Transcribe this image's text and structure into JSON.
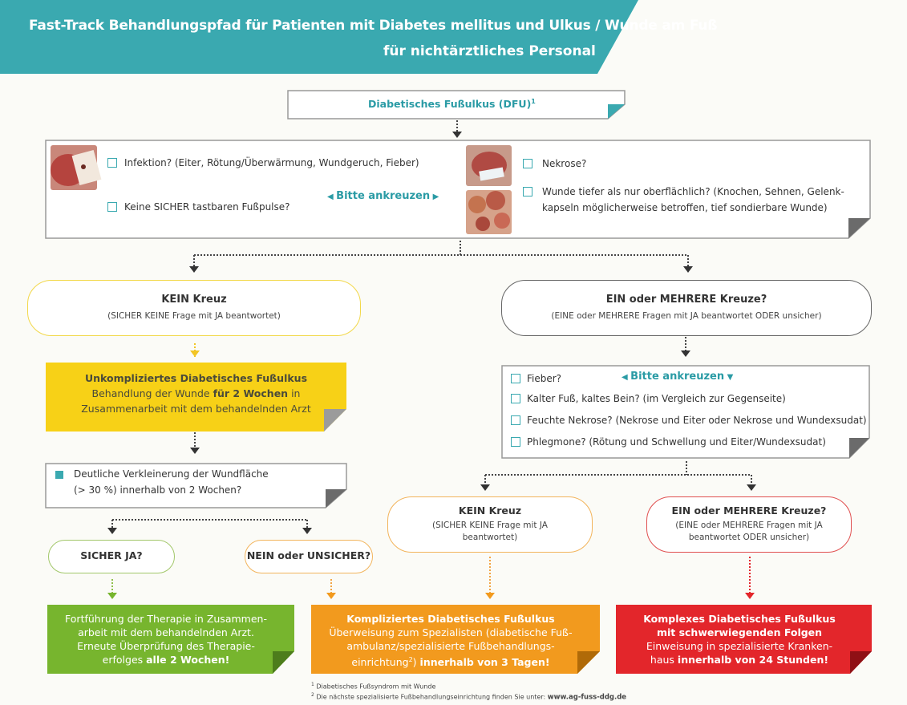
{
  "title": {
    "line1": "Fast-Track Behandlungspfad für Patienten mit Diabetes mellitus und Ulkus / Wunde am Fuß",
    "line2": "für nichtärztliches Personal"
  },
  "dfu_box": {
    "text": "Diabetisches Fußulkus (DFU)",
    "sup": "1"
  },
  "questions1": {
    "infection": "Infektion? (Eiter, Rötung/Überwärmung, Wundgeruch, Fieber)",
    "pulses": "Keine SICHER tastbaren Fußpulse?",
    "hint": "Bitte ankreuzen",
    "necrosis": "Nekrose?",
    "deep_line1": "Wunde tiefer als nur oberflächlich? (Knochen, Sehnen, Gelenk-",
    "deep_line2": "kapseln möglicherweise betroffen, tief sondierbare Wunde)"
  },
  "left_branch": {
    "pill_title": "KEIN Kreuz",
    "pill_sub": "(SICHER KEINE Frage mit JA beantwortet)",
    "yellow_title": "Unkompliziertes Diabetisches Fußulkus",
    "yellow_l2a": "Behandlung der Wunde ",
    "yellow_l2b": "für 2 Wochen",
    "yellow_l2c": " in",
    "yellow_l3": "Zusammenarbeit mit dem behandelnden Arzt",
    "check_line1": "Deutliche Verkleinerung der Wundfläche",
    "check_line2": "(> 30 %) innerhalb von 2 Wochen?",
    "yes_pill": "SICHER JA?",
    "no_pill": "NEIN oder UNSICHER?",
    "green_l1": "Fortführung der Therapie in Zusammen-",
    "green_l2": "arbeit mit dem behandelnden Arzt.",
    "green_l3": "Erneute Überprüfung des Therapie-",
    "green_l4a": "erfolges ",
    "green_l4b": "alle 2 Wochen!"
  },
  "right_branch": {
    "pill_title": "EIN oder MEHRERE Kreuze?",
    "pill_sub": "(EINE oder MEHRERE Fragen mit JA beantwortet ODER unsicher)",
    "q_fever": "Fieber?",
    "hint": "Bitte ankreuzen",
    "q_cold": "Kalter Fuß, kaltes Bein? (im Vergleich zur Gegenseite)",
    "q_wet": "Feuchte Nekrose? (Nekrose und Eiter oder Nekrose und Wundexsudat)",
    "q_phleg": "Phlegmone? (Rötung und Schwellung und  Eiter/Wundexsudat)",
    "kein_title": "KEIN Kreuz",
    "kein_sub1": "(SICHER KEINE Frage mit JA",
    "kein_sub2": "beantwortet)",
    "ein_title": "EIN oder MEHRERE Kreuze?",
    "ein_sub1": "(EINE oder MEHRERE Fragen mit JA",
    "ein_sub2": "beantwortet ODER unsicher)",
    "orange_title": "Kompliziertes Diabetisches Fußulkus",
    "orange_l2": "Überweisung zum Spezialisten (diabetische Fuß-",
    "orange_l3": "ambulanz/spezialisierte Fußbehandlungs-",
    "orange_l4a": "einrichtung",
    "orange_l4sup": "2",
    "orange_l4b": ") ",
    "orange_l4c": "innerhalb von 3 Tagen!",
    "red_title1": "Komplexes Diabetisches Fußulkus",
    "red_title2": "mit schwerwiegenden Folgen",
    "red_l3": "Einweisung in spezialisierte Kranken-",
    "red_l4a": "haus ",
    "red_l4b": "innerhalb von 24 Stunden!"
  },
  "footnotes": {
    "f1_sup": "1",
    "f1": "Diabetisches Fußsyndrom mit Wunde",
    "f2_sup": "2",
    "f2": "Die nächste spezialisierte Fußbehandlungseinrichtung finden Sie unter:",
    "f2_url": "www.ag-fuss-ddg.de"
  },
  "colors": {
    "teal": "#3aa9b0",
    "yellow": "#f7d117",
    "green": "#77b52e",
    "orange": "#f29a1e",
    "red": "#e3262b"
  }
}
